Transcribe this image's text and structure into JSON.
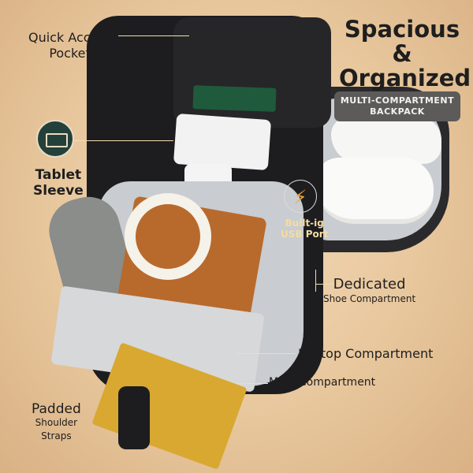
{
  "title": {
    "line1": "Spacious",
    "line2": "&",
    "line3": "Organized"
  },
  "badge": {
    "line1": "MULTI-COMPARTMENT",
    "line2": "BACKPACK"
  },
  "labels": {
    "quick_access": {
      "line1": "Quick Access",
      "line2": "Pocket"
    },
    "tablet_sleeve": {
      "line1": "Tablet",
      "line2": "Sleeve"
    },
    "usb_port": {
      "line1": "Built-ig",
      "line2": "USB Port"
    },
    "shoe": {
      "line1": "Dedicated",
      "line2": "Shoe Compartment"
    },
    "laptop": "Laptop Compartment",
    "main": "Main Compartment",
    "straps": {
      "line1": "Padded",
      "line2": "Shoulder",
      "line3": "Straps"
    }
  },
  "icons": {
    "tablet": "tablet-sleeve-icon",
    "usb": "lightning-bolt-icon"
  },
  "colors": {
    "accent": "#f0a030",
    "background": "#e8c79d",
    "bag": "#1d1d1f",
    "badge": "#5c5b5a"
  }
}
